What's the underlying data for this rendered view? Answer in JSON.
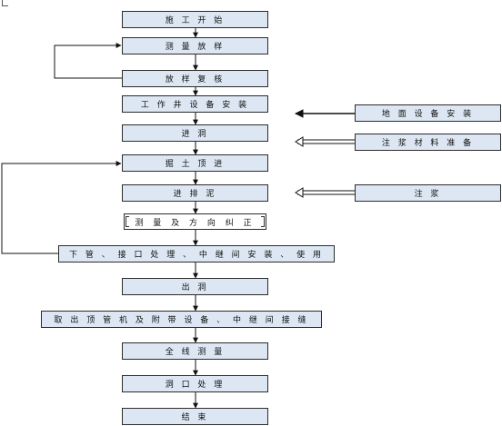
{
  "steps": {
    "s1": "施 工 开 始",
    "s2": "测 量 放 样",
    "s3": "放 样 复 核",
    "s4": "工 作 井 设 备 安 装",
    "s5": "进 洞",
    "s6": "掘 土 顶 进",
    "s7": "进 排 泥",
    "s8": "测 量 及 方 向 纠 正",
    "s9": "下 管 、 接 口 处 理 、 中 继 间 安 装 、 使 用",
    "s10": "出 洞",
    "s11": "取 出 顶 管 机 及 附 带 设 备 、 中 继 间 接 缝",
    "s12": "全 线 测 量",
    "s13": "洞 口 处 理",
    "s14": "结 束"
  },
  "side": {
    "a": "地 面 设 备 安 装",
    "b": "注 浆 材 料 准 备",
    "c": "注 浆"
  }
}
